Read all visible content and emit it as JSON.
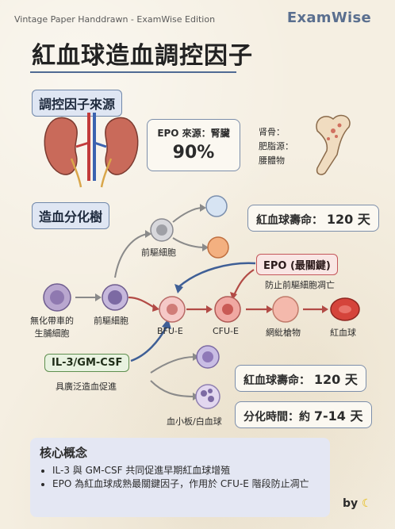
{
  "header": {
    "edition": "Vintage Paper Handdrawn - ExamWise Edition",
    "brand": "ExamWise",
    "title": "紅血球造血調控因子"
  },
  "source_section": {
    "label": "調控因子來源",
    "epo_source": "EPO 來源：腎臟",
    "epo_percent": "90%",
    "other_sources": [
      "肾骨：",
      "肥脂源：",
      "腰體物"
    ]
  },
  "tree_section": {
    "label": "造血分化樹",
    "nodes": {
      "stem": "無化帶車的\n生脯細胞",
      "progenitor": "前驅細胞",
      "upper_progenitor": "前驅細胞",
      "bfu_e": "BFU-E",
      "cfu_e": "CFU-E",
      "reticulocyte": "網紕槍物",
      "rbc": "紅血球",
      "platelet_wbc": "血小板/白血球"
    },
    "rbc_lifespan_top": "紅血球壽命：",
    "rbc_lifespan_top_value": "120 天",
    "epo_key": "EPO (最關鍵)",
    "epo_note": "防止前驅細胞凋亡",
    "il_box": "IL-3/GM-CSF",
    "il_note": "具廣泛造血促進",
    "rbc_lifespan_bottom": "紅血球壽命：",
    "rbc_lifespan_bottom_value": "120 天",
    "diff_time": "分化時間：約",
    "diff_time_value": "7-14 天"
  },
  "concept": {
    "title": "核心概念",
    "points": [
      "IL-3 與 GM-CSF 共同促進早期紅血球增殖",
      "EPO 為紅血球成熟最關鍵因子，作用於 CFU-E 階段防止凋亡"
    ]
  },
  "footer": {
    "by": "by"
  },
  "colors": {
    "background": "#f5efe2",
    "accent_blue": "#4f6b94",
    "epo_red": "#c4565a",
    "il_green": "#5f8f4f"
  }
}
